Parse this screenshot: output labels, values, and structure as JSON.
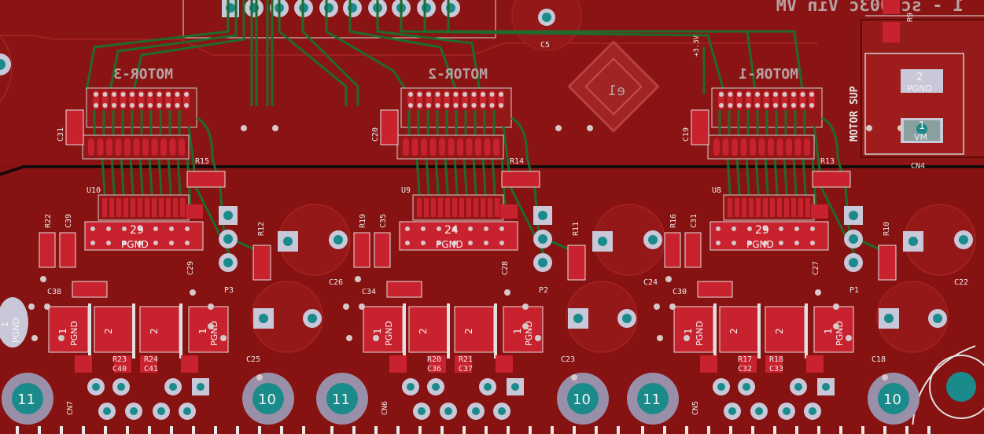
{
  "board": {
    "title_mirrored": "1 - scb003c Vin VM",
    "logo_text": "e1",
    "colors": {
      "copper": "#861212",
      "copper_light": "#a82020",
      "trace": "#1e6b2d",
      "silk": "#e8e8e8",
      "pad": "#c8222e",
      "via": "#d0c0c0",
      "tht_ring": "#9a8fa8",
      "tht_hole": "#1a8a8a",
      "board_edge": "#f0f0f0"
    }
  },
  "motors": [
    {
      "title": "MOTOR-3",
      "ic": "U10",
      "pad_num": "29",
      "pad_net": "PGND",
      "caps": [
        "C39",
        "C38",
        "C29",
        "C26",
        "C25",
        "C40",
        "C41"
      ],
      "res": [
        "R22",
        "R15",
        "R12",
        "R23",
        "R24"
      ],
      "conn": "P3",
      "cn": "CN7",
      "big_pads": [
        "11",
        "10"
      ],
      "lbl_c_left": "C31"
    },
    {
      "title": "MOTOR-2",
      "ic": "U9",
      "pad_num": "24",
      "pad_net": "PGND",
      "caps": [
        "C35",
        "C34",
        "C28",
        "C24",
        "C23",
        "C36",
        "C37"
      ],
      "res": [
        "R19",
        "R14",
        "R11",
        "R20",
        "R21"
      ],
      "conn": "P2",
      "cn": "CN6",
      "big_pads": [
        "11",
        "10"
      ],
      "lbl_c_left": "C20"
    },
    {
      "title": "MOTOR-1",
      "ic": "U8",
      "pad_num": "29",
      "pad_net": "PGND",
      "caps": [
        "C31",
        "C30",
        "C27",
        "C22",
        "C18",
        "C32",
        "C33"
      ],
      "res": [
        "R16",
        "R13",
        "R10",
        "R17",
        "R18"
      ],
      "conn": "P1",
      "cn": "CN5",
      "big_pads": [
        "11",
        "10"
      ],
      "lbl_c_left": "C19"
    }
  ],
  "resistor_pad_labels": {
    "pgnd_num": "1",
    "pgnd_net": "PGND",
    "mid_num": "2"
  },
  "motor_sup": {
    "label": "MOTOR SUP",
    "pin2_num": "2",
    "pin2_net": "PGND",
    "pin1_num": "1",
    "pin1_net": "VM",
    "conn": "CN4"
  },
  "misc": {
    "left_pad_num": "1",
    "left_pad_net": "PGND",
    "c5": "C5",
    "r9": "R9",
    "v33": "+3.3V"
  }
}
